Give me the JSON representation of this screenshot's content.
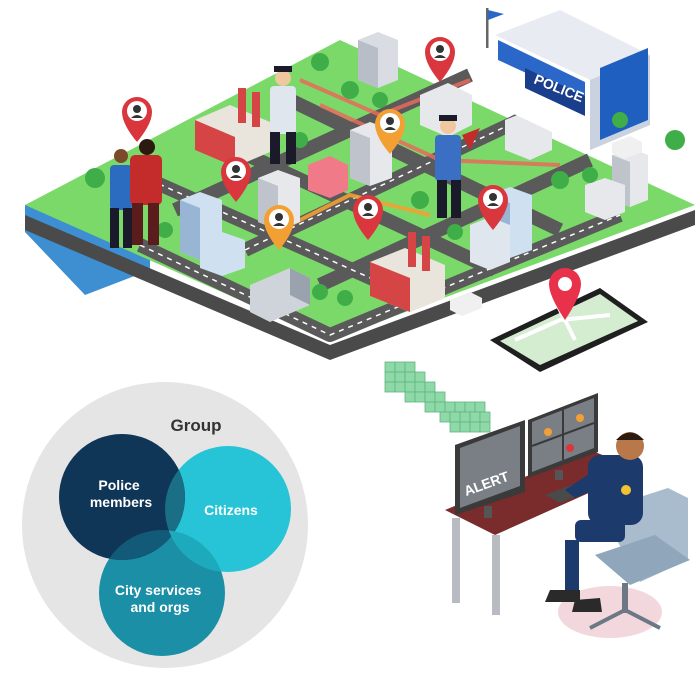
{
  "venn": {
    "group_label": "Group",
    "sets": [
      {
        "id": "police",
        "label_lines": [
          "Police",
          "members"
        ],
        "color": "#0f3557"
      },
      {
        "id": "citizens",
        "label_lines": [
          "Citizens"
        ],
        "color": "#26c4d6"
      },
      {
        "id": "city",
        "label_lines": [
          "City services",
          "and orgs"
        ],
        "color": "#1a8fa6"
      }
    ],
    "outer_color": "#e5e5e5"
  },
  "city_signs": {
    "police_station": "POLICE"
  },
  "monitor": {
    "alert_text": "ALERT"
  },
  "colors": {
    "grass": "#7bd96a",
    "road": "#5a5a5a",
    "water": "#3d8fd1",
    "arrow": "#8fd9a8",
    "pin_red": "#d9363e",
    "pin_orange": "#f2a033",
    "desk": "#7a2b2b"
  }
}
